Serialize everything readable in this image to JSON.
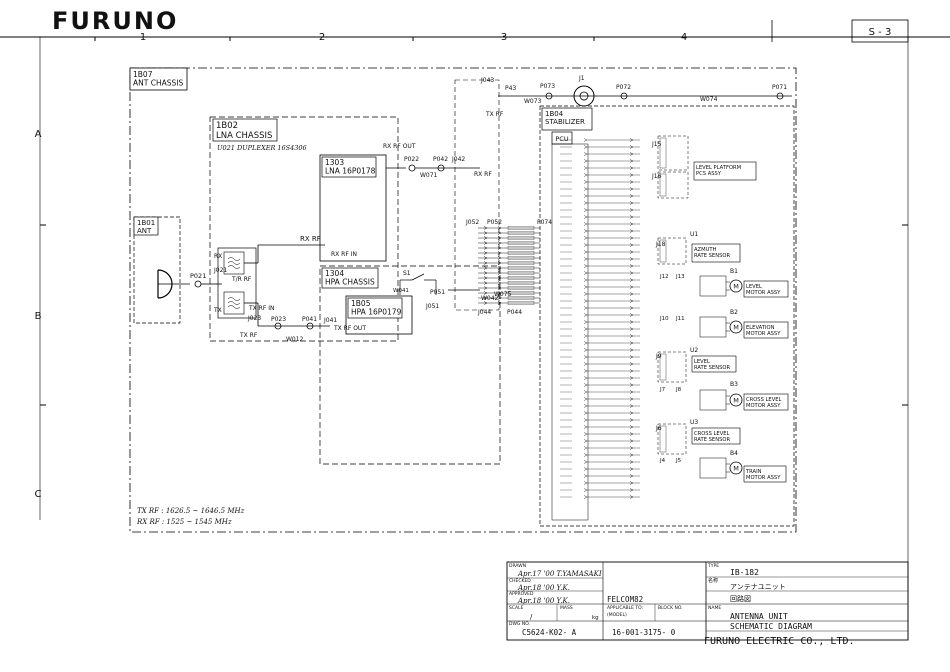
{
  "brand": "FURUNO",
  "sheet_no": "S - 3",
  "grid": {
    "columns": [
      "1",
      "2",
      "3",
      "4"
    ],
    "rows": [
      "A",
      "B",
      "C"
    ]
  },
  "blocks": {
    "ant_chassis": "1B07\nANT CHASSIS",
    "ant": "1B01\nANT",
    "lna_chassis": "1B02\nLNA CHASSIS",
    "duplexer": "U021 DUPLEXER 16S4306",
    "lna": "1303\nLNA 16P0178",
    "hpa_chassis": "1304\nHPA CHASSIS",
    "hpa": "1B05\nHPA 16P0179",
    "stabilizer": "1B04\nSTABILIZER",
    "pcu": "PCU"
  },
  "signals": {
    "rx_rf_in": "RX RF IN",
    "rx_rf": "RX RF",
    "tx_rf_in": "TX RF IN",
    "tx_rf_out": "TX RF OUT",
    "tx_rf": "TX RF",
    "tr_rf": "T/R RF",
    "rx_rf_out": "RX RF OUT",
    "tx_rf_c": "TX RF",
    "rx_c": "RX",
    "tx_c": "TX",
    "rx_rf_r": "RX RF"
  },
  "connectors": {
    "p021": "P021",
    "j021": "J021",
    "j023": "J023",
    "p023": "P023",
    "p041": "P041",
    "j041": "J041",
    "p022": "P022",
    "p042": "P042",
    "j042": "J042",
    "j043": "J043",
    "p43": "P43",
    "p073": "P073",
    "j1": "J1",
    "p072": "P072",
    "p071": "P071",
    "j052": "J052",
    "p052": "P052",
    "p074": "P074",
    "p051": "P051",
    "j051": "J051",
    "j044": "J044",
    "p044": "P044",
    "s1": "S1"
  },
  "wires": {
    "w071": "W071",
    "w012": "W012",
    "w073": "W073",
    "w074": "W074",
    "w041": "W041",
    "w042": "W042",
    "w075": "W075",
    "w041b": "W041"
  },
  "subassemblies": [
    {
      "ref": "J15",
      "label": ""
    },
    {
      "ref": "J16",
      "label": "LEVEL PLATFORM\nPCS ASSY"
    },
    {
      "ref": "U1",
      "label": ""
    },
    {
      "ref": "J18",
      "label": "AZMUTH\nRATE SENSOR"
    },
    {
      "ref": "B1",
      "label": "LEVEL\nMOTOR ASSY"
    },
    {
      "ref": "B2",
      "label": "ELEVATION\nMOTOR ASSY"
    },
    {
      "ref": "U2",
      "label": ""
    },
    {
      "ref": "J9",
      "label": "LEVEL\nRATE SENSOR"
    },
    {
      "ref": "B3",
      "label": "CROSS LEVEL\nMOTOR ASSY"
    },
    {
      "ref": "U3",
      "label": ""
    },
    {
      "ref": "J6",
      "label": "CROSS LEVEL\nRATE SENSOR"
    },
    {
      "ref": "B4",
      "label": "TRAIN\nMOTOR ASSY"
    }
  ],
  "jacks": {
    "j12": "J12",
    "j13": "J13",
    "j10": "J10",
    "j11": "J11",
    "j7": "J7",
    "j8": "J8",
    "j4": "J4",
    "j5": "J5"
  },
  "notes": {
    "tx_freq": "TX RF : 1626.5 ~ 1646.5 MHz",
    "rx_freq": "RX RF : 1525 ~ 1545 MHz"
  },
  "title_block": {
    "drawn_label": "DRAWN",
    "drawn_sig": "Apr.17 '00 T.YAMASAKI",
    "checked_label": "CHECKED",
    "checked_sig": "Apr.18 '00 Y.K.",
    "approved_label": "APPROVED",
    "approved_sig": "Apr.18 '00 Y.K.",
    "scale_label": "SCALE",
    "scale_value": "/",
    "mass_label": "MASS",
    "mass_unit": "kg",
    "dwg_label": "DWG NO.",
    "dwg_no": "C5624-K02- A",
    "applicable_label": "APPLICABLE TO:",
    "model_label": "(MODEL)",
    "model": "FELCOM82",
    "block_label": "BLOCK NO.",
    "code_no": "16-001-3175- 0",
    "type_label": "TYPE",
    "type": "IB-182",
    "name_jp_label": "名称",
    "name_jp": "アンテナユニット",
    "kind_jp": "回路図",
    "name_label": "NAME",
    "name": "ANTENNA UNIT",
    "title": "SCHEMATIC DIAGRAM",
    "company": "FURUNO ELECTRIC CO., LTD."
  }
}
